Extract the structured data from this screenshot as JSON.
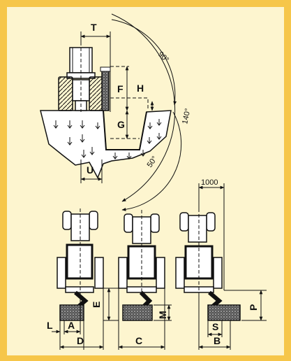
{
  "diagram": {
    "labels": {
      "T": "T",
      "F": "F",
      "H": "H",
      "G": "G",
      "U": "U",
      "E": "E",
      "M": "M",
      "P": "P",
      "S": "S",
      "L": "L",
      "A": "A",
      "D": "D",
      "C": "C",
      "B": "B"
    },
    "angles": {
      "a90": "90°",
      "a140": "140°",
      "a50": "50°"
    },
    "offset": "1000"
  },
  "colors": {
    "frame": "#f6c64a",
    "panel": "#fdf5cf",
    "ink": "#111111"
  }
}
